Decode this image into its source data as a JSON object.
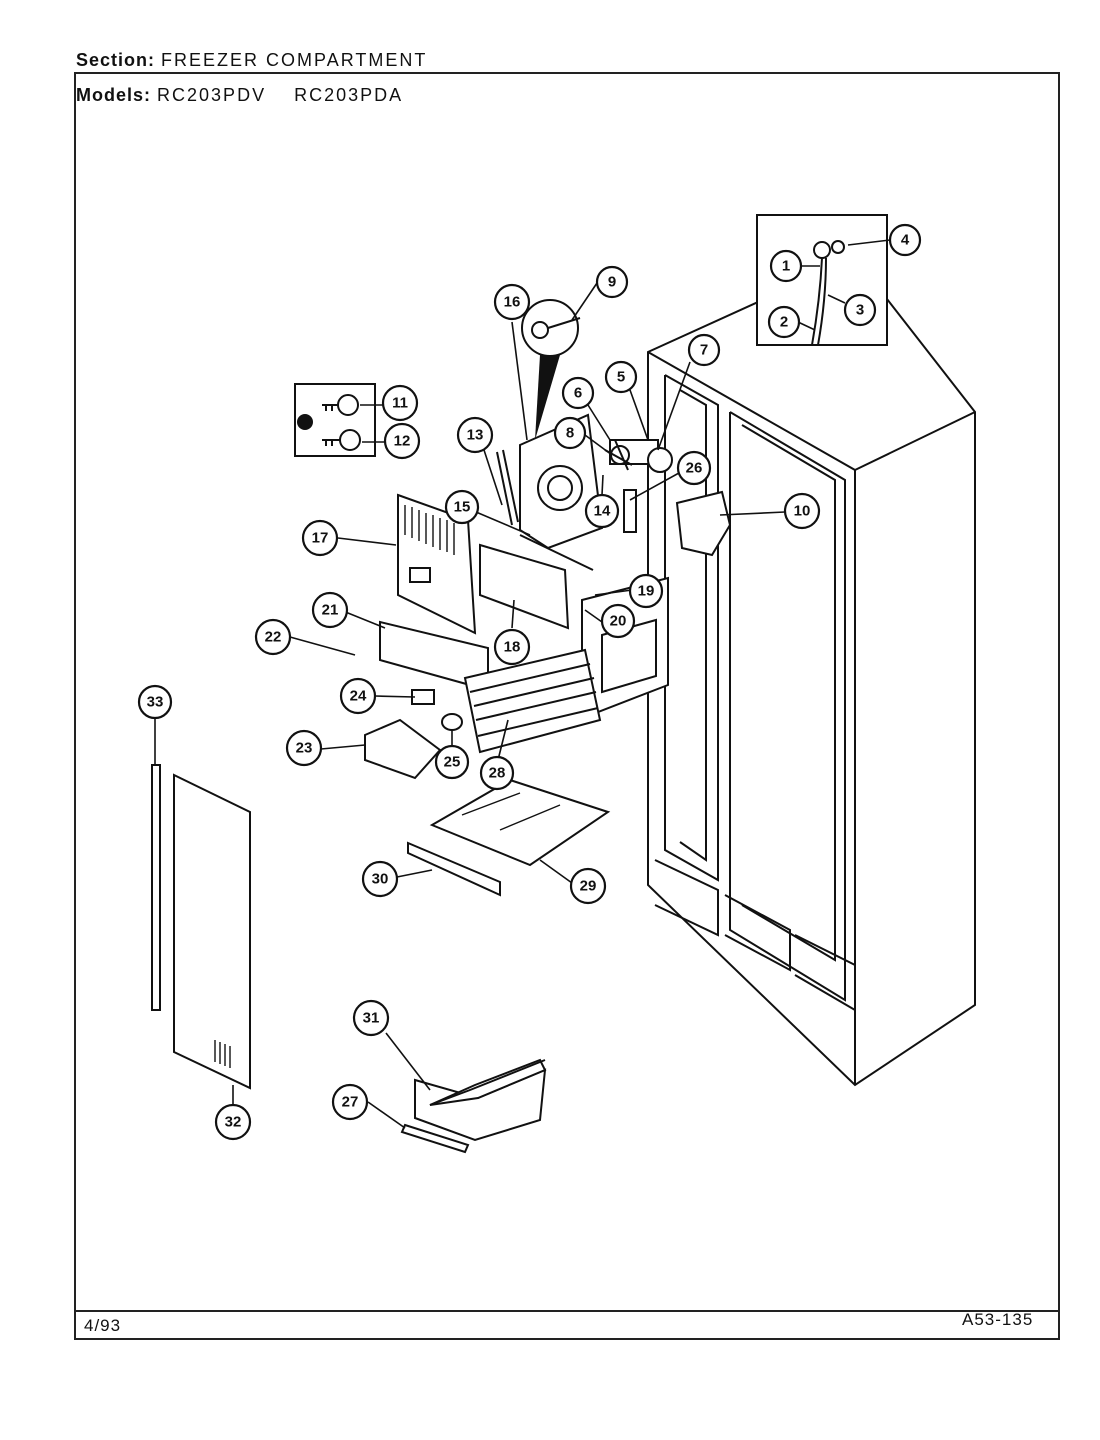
{
  "header": {
    "section_label": "Section:",
    "section_value": "FREEZER COMPARTMENT",
    "models_label": "Models:",
    "models": [
      "RC203PDV",
      "RC203PDA"
    ]
  },
  "footer": {
    "date": "4/93",
    "code": "A53-135"
  },
  "callouts": [
    "1",
    "2",
    "3",
    "4",
    "5",
    "6",
    "7",
    "8",
    "9",
    "10",
    "11",
    "12",
    "13",
    "14",
    "15",
    "16",
    "17",
    "18",
    "19",
    "20",
    "21",
    "22",
    "23",
    "24",
    "25",
    "26",
    "27",
    "28",
    "29",
    "30",
    "31",
    "32",
    "33"
  ]
}
